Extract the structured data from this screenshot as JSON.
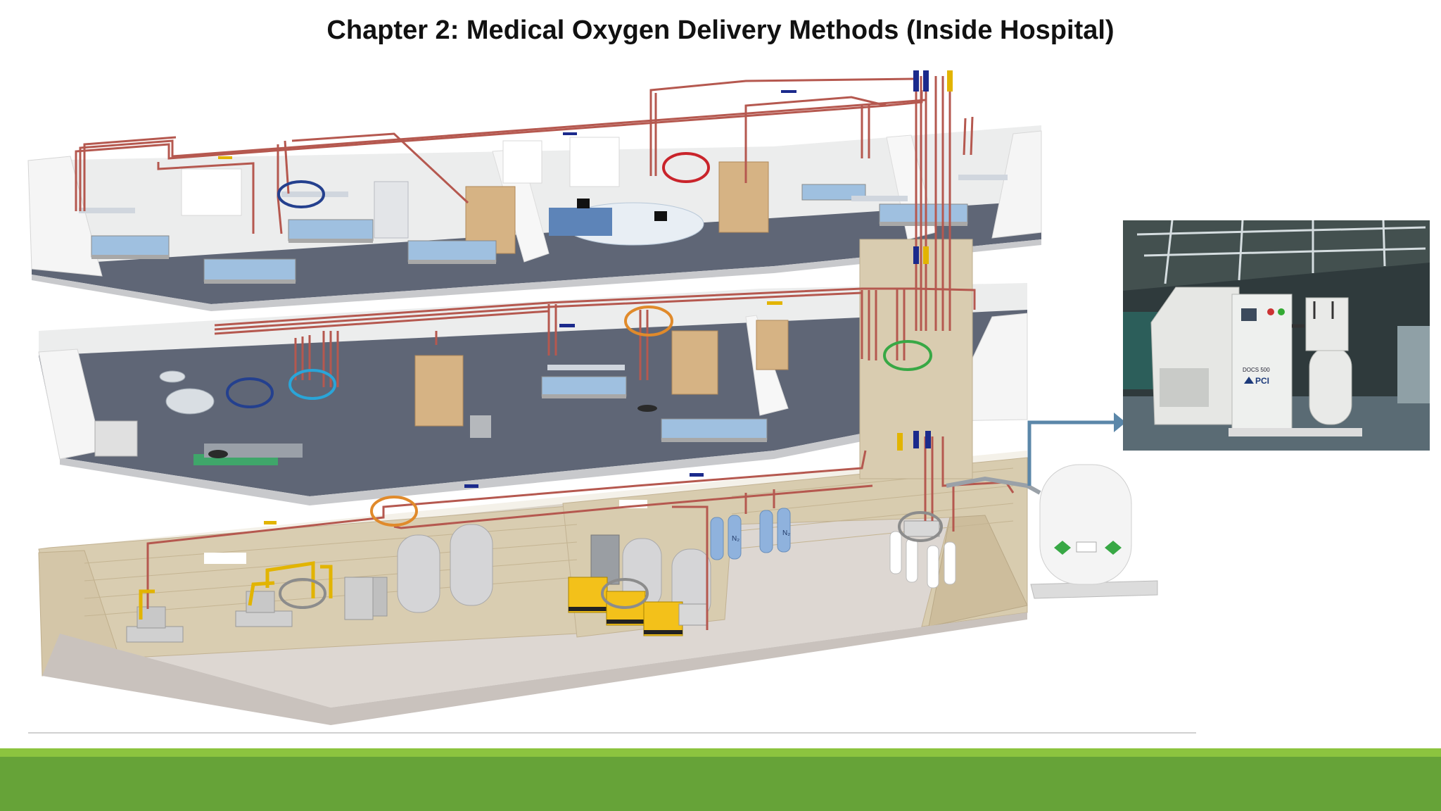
{
  "slide": {
    "title": "Chapter 2: Medical Oxygen Delivery Methods (Inside Hospital)"
  },
  "photo": {
    "panel_label": "DOCS 500",
    "brand_text": "PCI"
  },
  "cylinder_label": "N₂",
  "colors": {
    "copper_pipe": "#b5584f",
    "pipe_yellow": "#e2b400",
    "pipe_blue": "#1b2a8c",
    "floor": "#5f6676",
    "wall": "#e8e9ea",
    "brick": "#d4c6a8",
    "basement_floor": "#ddd7d2",
    "arrow": "#5b87a9",
    "footer_green": "#66a338",
    "footer_light_green": "#8cc43f",
    "marker_red": "#c9242b",
    "marker_blue": "#24408e",
    "marker_cyan": "#2aa5d8",
    "marker_orange": "#e08a2b",
    "marker_green": "#38a845",
    "marker_grey": "#8c8c8c"
  },
  "icons": [
    "arrow-right-icon",
    "ring-marker-icon"
  ]
}
